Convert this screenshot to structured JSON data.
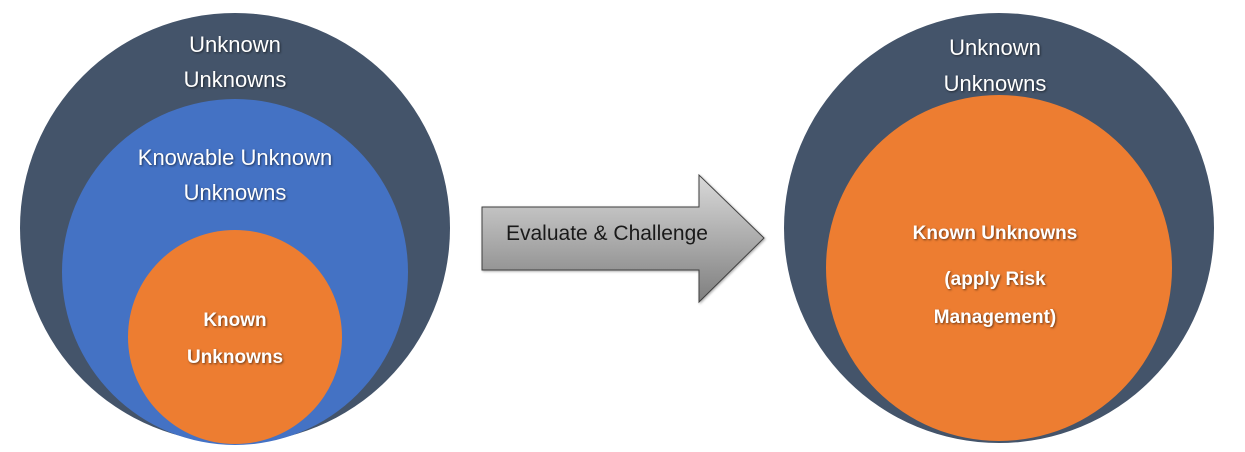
{
  "colors": {
    "unknown_unknowns": "#44546a",
    "knowable_unknown_unknowns": "#4472c4",
    "known_unknowns": "#ed7d31",
    "arrow_fill_start": "#d9d9d9",
    "arrow_fill_end": "#7f7f7f"
  },
  "left": {
    "outer_line1": "Unknown",
    "outer_line2": "Unknowns",
    "middle_line1": "Knowable Unknown",
    "middle_line2": "Unknowns",
    "inner_line1": "Known",
    "inner_line2": "Unknowns"
  },
  "arrow": {
    "label": "Evaluate & Challenge"
  },
  "right": {
    "outer_line1": "Unknown",
    "outer_line2": "Unknowns",
    "inner_line1": "Known Unknowns",
    "inner_line2": "(apply Risk",
    "inner_line3": "Management)"
  }
}
